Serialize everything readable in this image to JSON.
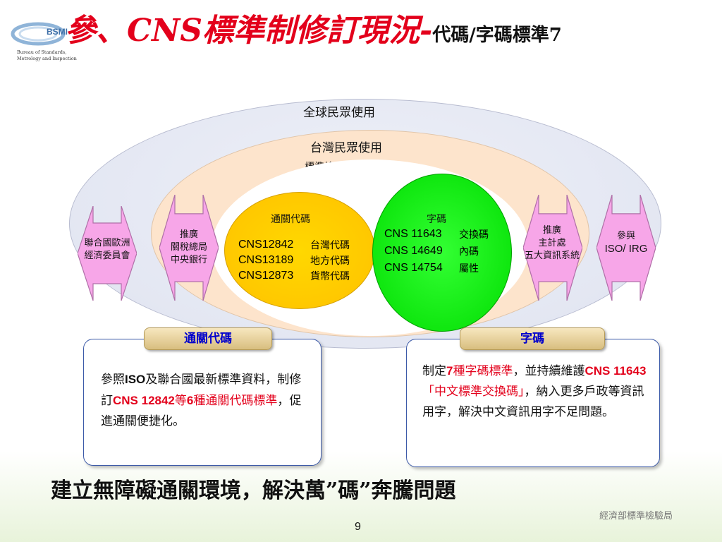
{
  "logo": {
    "abbr": "BSMI",
    "line1": "Bureau of Standards,",
    "line2": "Metrology and Inspection"
  },
  "title": {
    "main": "參、CNS標準制修訂現況",
    "dash": "-",
    "sub": "代碼/字碼標準7"
  },
  "diagram": {
    "outer_label": "全球民眾使用",
    "mid_label": "台灣民眾使用",
    "mid_sublabel": "標準檢驗局制修訂",
    "yellow": {
      "title": "通關代碼",
      "rows": [
        {
          "code": "CNS12842",
          "desc": "台灣代碼"
        },
        {
          "code": "CNS13189",
          "desc": "地方代碼"
        },
        {
          "code": "CNS12873",
          "desc": "貨幣代碼"
        }
      ]
    },
    "green": {
      "title": "字碼",
      "rows": [
        {
          "code": "CNS 11643",
          "desc": "交換碼"
        },
        {
          "code": "CNS 14649",
          "desc": "內碼"
        },
        {
          "code": "CNS 14754",
          "desc": "屬性"
        }
      ]
    },
    "arrows": [
      {
        "lines": [
          "聯合國歐洲",
          "經濟委員會"
        ]
      },
      {
        "lines": [
          "推廣",
          "關稅總局",
          "中央銀行"
        ]
      },
      {
        "lines": [
          "推廣",
          "主計處",
          "五大資訊系統"
        ]
      },
      {
        "lines": [
          "參與",
          "ISO/ IRG"
        ]
      }
    ],
    "colors": {
      "yellow": "#ffc600",
      "green": "#00e600",
      "arrow_fill": "#f7a6e8",
      "title_red": "#e3001b",
      "tab_blue": "#0000cc"
    }
  },
  "left_panel": {
    "tab": "通關代碼",
    "t1": "參照",
    "t2": "ISO",
    "t3": "及聯合國最新標準資料，制修訂",
    "t4": "CNS 12842",
    "t5": "等",
    "t6": "6",
    "t7": "種通關代碼標準",
    "t8": "，促進通關便捷化。"
  },
  "right_panel": {
    "tab": "字碼",
    "t1": "制定",
    "t2": "7",
    "t3": "種字碼標準",
    "t4": "，並持續維護",
    "t5": "CNS 11643",
    "t6": "「中文標準交換碼」",
    "t7": "，納入更多戶政等資訊用字，解決中文資訊用字不足問題。"
  },
  "slogan": "建立無障礙通關環境，解決萬”碼”奔騰問題",
  "footer": {
    "org": "經濟部標準檢驗局",
    "page": "9"
  }
}
